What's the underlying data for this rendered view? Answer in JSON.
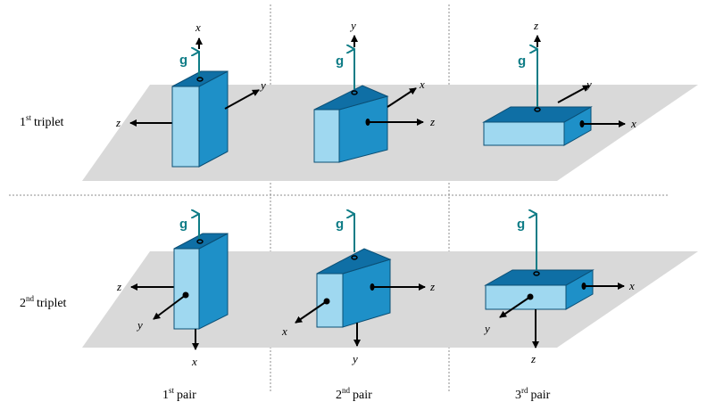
{
  "row_labels": [
    {
      "ordinal": "1",
      "sup": "st",
      "word": "triplet"
    },
    {
      "ordinal": "2",
      "sup": "nd",
      "word": "triplet"
    }
  ],
  "column_labels": [
    {
      "ordinal": "1",
      "sup": "st",
      "word": "pair"
    },
    {
      "ordinal": "2",
      "sup": "nd",
      "word": "pair"
    },
    {
      "ordinal": "3",
      "sup": "rd",
      "word": "pair"
    }
  ],
  "gravity_label": "g",
  "axis_names": [
    "x",
    "y",
    "z"
  ],
  "panels": [
    {
      "row": 1,
      "col": 1,
      "up": "x",
      "right": "y",
      "left": "z"
    },
    {
      "row": 1,
      "col": 2,
      "up": "y",
      "right_back": "x",
      "right": "z"
    },
    {
      "row": 1,
      "col": 3,
      "up": "z",
      "right_back": "y",
      "right": "x"
    },
    {
      "row": 2,
      "col": 1,
      "left": "z",
      "front": "y",
      "down": "x"
    },
    {
      "row": 2,
      "col": 2,
      "right": "z",
      "front": "x",
      "down": "y"
    },
    {
      "row": 2,
      "col": 3,
      "right": "x",
      "front": "y",
      "down": "z"
    }
  ],
  "colors": {
    "plane": "#d9d9d9",
    "box_front": "#9fd8f0",
    "box_side": "#1e90c8",
    "box_top": "#0f6fa5",
    "gravity": "#0e7c86",
    "axis": "#000000",
    "divider": "#8c8c8c"
  }
}
